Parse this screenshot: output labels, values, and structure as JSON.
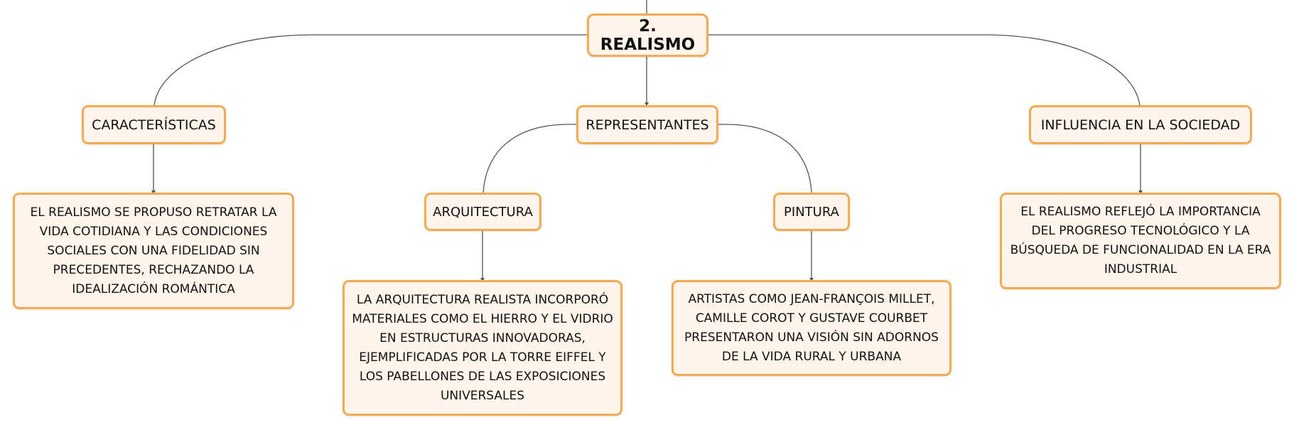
{
  "diagram": {
    "root": {
      "label": "2. REALISMO"
    },
    "branches": {
      "caracteristicas": {
        "label": "CARACTERÍSTICAS",
        "description": "EL REALISMO SE PROPUSO RETRATAR LA VIDA COTIDIANA Y LAS CONDICIONES SOCIALES CON UNA FIDELIDAD SIN PRECEDENTES, RECHAZANDO LA IDEALIZACIÓN ROMÁNTICA"
      },
      "representantes": {
        "label": "REPRESENTANTES",
        "children": {
          "arquitectura": {
            "label": "ARQUITECTURA",
            "description": "LA ARQUITECTURA REALISTA INCORPORÓ MATERIALES COMO EL HIERRO Y EL VIDRIO EN ESTRUCTURAS INNOVADORAS, EJEMPLIFICADAS POR LA TORRE EIFFEL Y LOS PABELLONES DE LAS EXPOSICIONES UNIVERSALES"
          },
          "pintura": {
            "label": "PINTURA",
            "description": "ARTISTAS COMO JEAN-FRANÇOIS MILLET, CAMILLE COROT Y GUSTAVE COURBET PRESENTARON UNA VISIÓN SIN ADORNOS DE LA VIDA RURAL Y URBANA"
          }
        }
      },
      "influencia": {
        "label": "INFLUENCIA EN LA SOCIEDAD",
        "description": "EL REALISMO REFLEJÓ LA IMPORTANCIA DEL PROGRESO TECNOLÓGICO Y LA BÚSQUEDA DE FUNCIONALIDAD EN LA ERA INDUSTRIAL"
      }
    },
    "colors": {
      "node_fill": "#fff5eb",
      "node_border": "#f4aa54",
      "connector": "#555555"
    }
  }
}
